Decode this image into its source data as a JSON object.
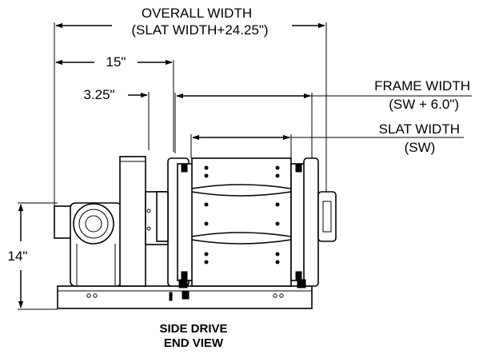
{
  "dimensions": {
    "overall_width": {
      "line1": "OVERALL WIDTH",
      "line2": "(SLAT WIDTH+24.25\")"
    },
    "fifteen": "15\"",
    "three_25": "3.25\"",
    "frame_width": {
      "line1": "FRAME WIDTH",
      "line2": "(SW + 6.0\")"
    },
    "slat_width": {
      "line1": "SLAT WIDTH",
      "line2": "(SW)"
    },
    "height": "14\""
  },
  "caption": {
    "line1": "SIDE DRIVE",
    "line2": "END VIEW"
  }
}
